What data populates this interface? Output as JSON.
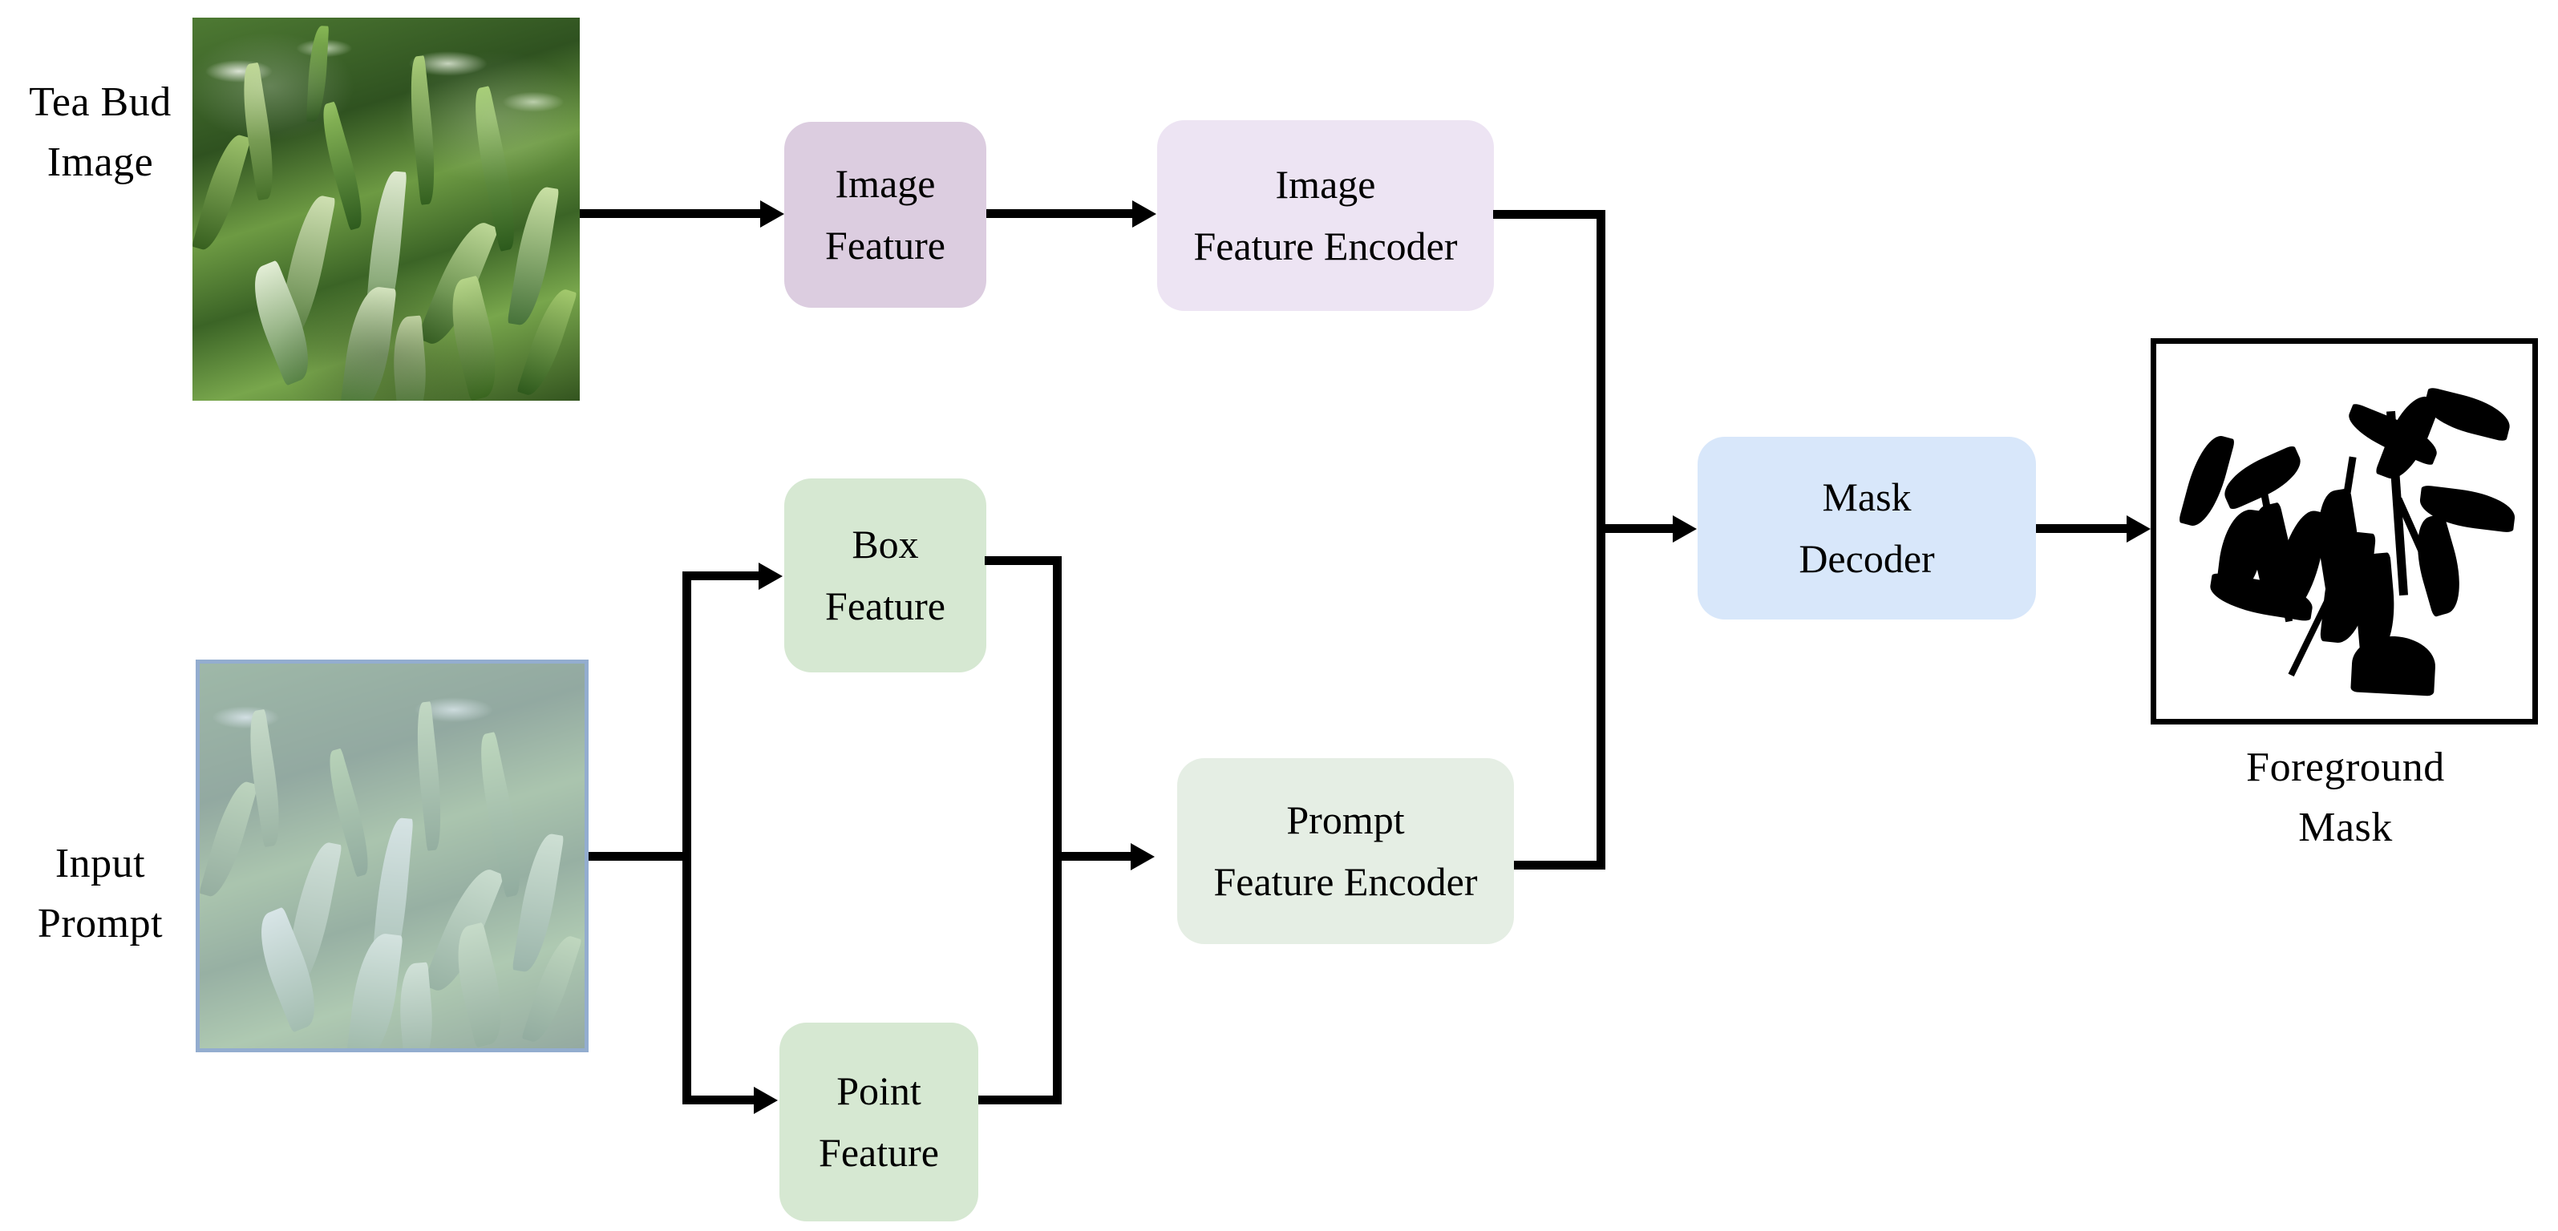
{
  "diagram": {
    "title": "Tea Bud Segmentation Pipeline (SAM-style)",
    "background": "#ffffff",
    "line_color": "#000000"
  },
  "labels": {
    "tea_bud_image": "Tea Bud\nImage",
    "input_prompt": "Input\nPrompt",
    "foreground_mask": "Foreground\nMask"
  },
  "nodes": [
    {
      "id": "image-feature",
      "line1": "Image",
      "line2": "Feature",
      "color": "#dccde0"
    },
    {
      "id": "image-feature-encoder",
      "line1": "Image",
      "line2": "Feature Encoder",
      "color": "#ede4f3"
    },
    {
      "id": "box-feature",
      "line1": "Box",
      "line2": "Feature",
      "color": "#d6e8d2"
    },
    {
      "id": "point-feature",
      "line1": "Point",
      "line2": "Feature",
      "color": "#d6e8d2"
    },
    {
      "id": "prompt-feature-encoder",
      "line1": "Prompt",
      "line2": "Feature Encoder",
      "color": "#e5eee4"
    },
    {
      "id": "mask-decoder",
      "line1": "Mask",
      "line2": "Decoder",
      "color": "#d8e7fa"
    }
  ],
  "images": {
    "tea_bud_photo": "tea-bud-field-photo",
    "input_prompt_photo": "tea-bud-field-photo-blue-tinted",
    "foreground_mask_image": "binary-leaf-silhouette-mask"
  },
  "flow": [
    {
      "from": "tea-bud-image",
      "to": "image-feature"
    },
    {
      "from": "image-feature",
      "to": "image-feature-encoder"
    },
    {
      "from": "input-prompt",
      "to": "box-feature"
    },
    {
      "from": "input-prompt",
      "to": "point-feature"
    },
    {
      "from": "box-feature",
      "to": "prompt-feature-encoder"
    },
    {
      "from": "point-feature",
      "to": "prompt-feature-encoder"
    },
    {
      "from": "image-feature-encoder",
      "to": "mask-decoder"
    },
    {
      "from": "prompt-feature-encoder",
      "to": "mask-decoder"
    },
    {
      "from": "mask-decoder",
      "to": "foreground-mask"
    }
  ]
}
